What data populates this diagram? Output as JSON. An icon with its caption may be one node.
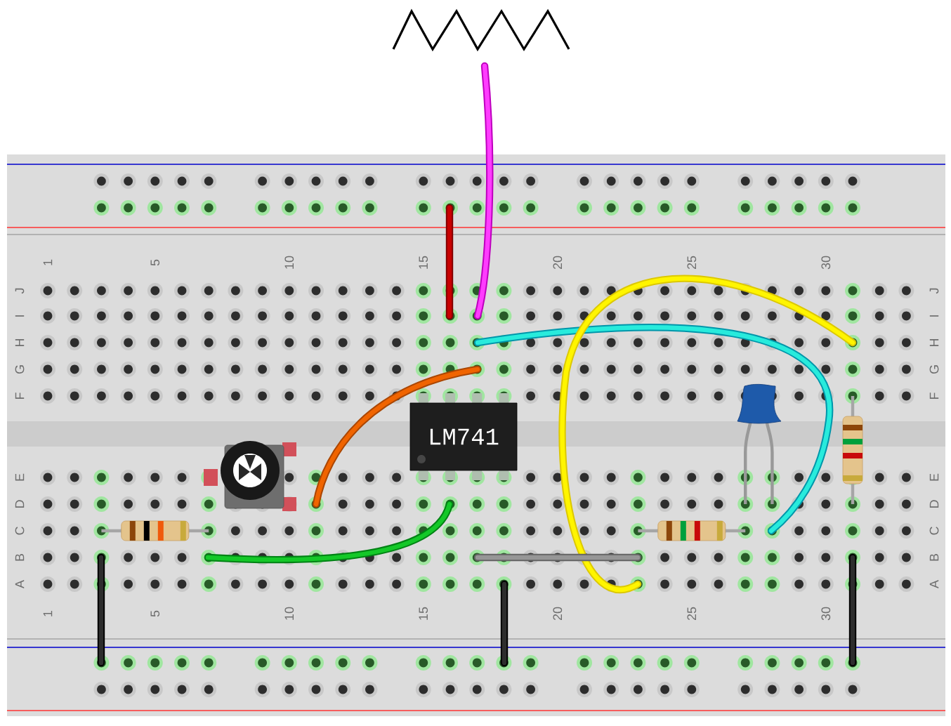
{
  "diagram": {
    "nodes": [
      {
        "text": [
          "LM741"
        ]
      }
    ],
    "labels": [
      "1",
      "5",
      "10",
      "15",
      "20",
      "25",
      "30",
      "J",
      "J",
      "I",
      "I",
      "H",
      "H",
      "G",
      "G",
      "F",
      "F",
      "E",
      "E",
      "D",
      "D",
      "C",
      "C",
      "B",
      "B",
      "A",
      "A",
      "1",
      "5",
      "10",
      "15",
      "20",
      "25",
      "30"
    ]
  }
}
